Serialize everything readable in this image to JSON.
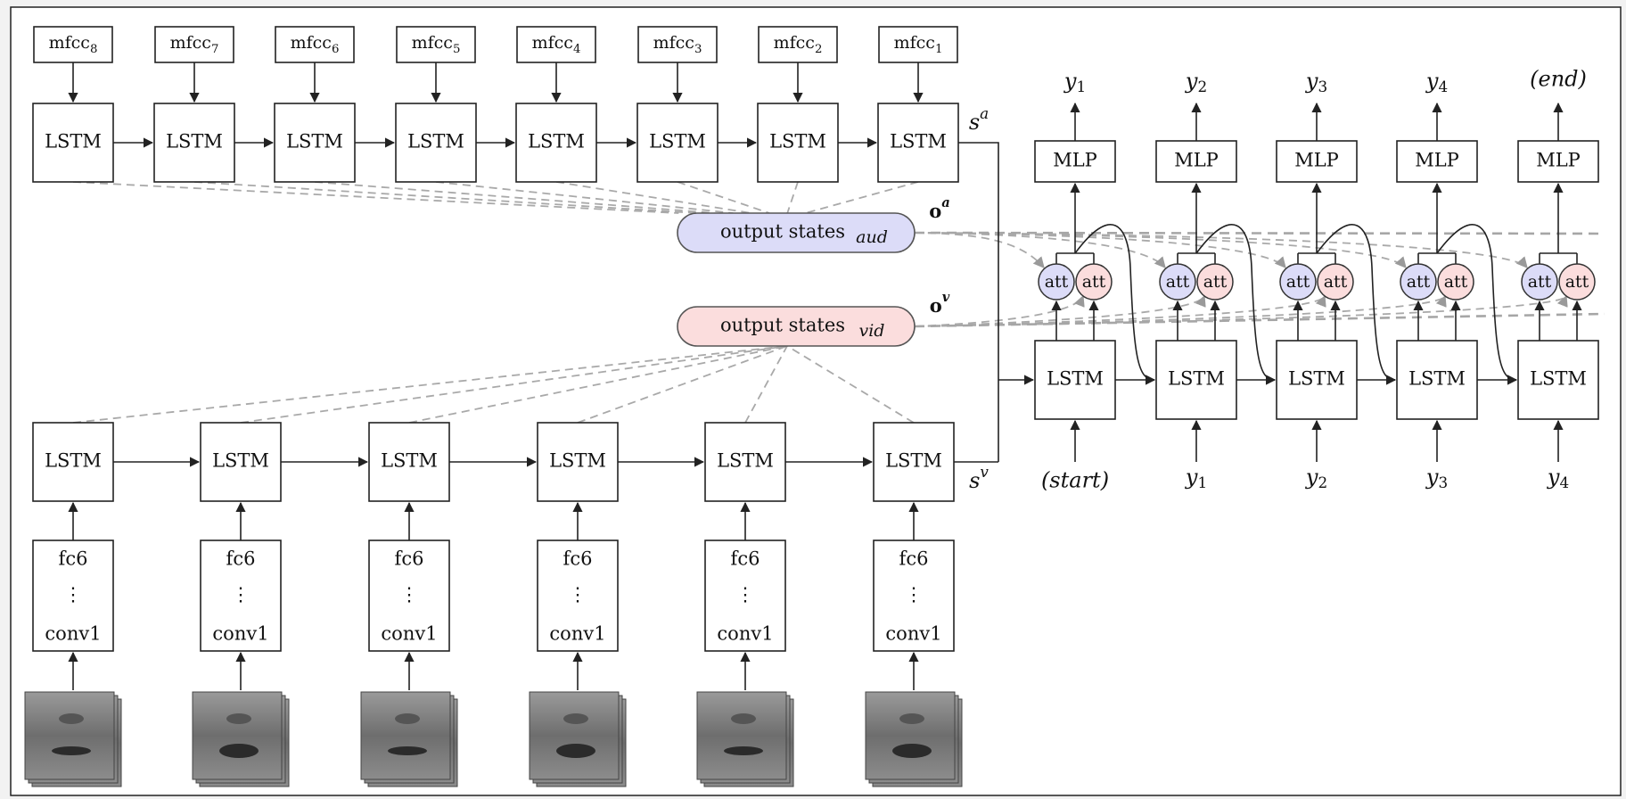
{
  "audio": {
    "inputs": [
      {
        "base": "mfcc",
        "sub": "8"
      },
      {
        "base": "mfcc",
        "sub": "7"
      },
      {
        "base": "mfcc",
        "sub": "6"
      },
      {
        "base": "mfcc",
        "sub": "5"
      },
      {
        "base": "mfcc",
        "sub": "4"
      },
      {
        "base": "mfcc",
        "sub": "3"
      },
      {
        "base": "mfcc",
        "sub": "2"
      },
      {
        "base": "mfcc",
        "sub": "1"
      }
    ],
    "lstm_label": "LSTM",
    "state_base": "s",
    "state_sup": "a"
  },
  "video": {
    "lstm_label": "LSTM",
    "cnn_top": "fc6",
    "cnn_dots": "⋮",
    "cnn_bottom": "conv1",
    "frame_count": 6,
    "state_base": "s",
    "state_sup": "v"
  },
  "output_states": {
    "aud": {
      "text": "output states",
      "sub": "aud",
      "vec_base": "o",
      "vec_sup": "a"
    },
    "vid": {
      "text": "output states",
      "sub": "vid",
      "vec_base": "o",
      "vec_sup": "v"
    }
  },
  "decoder": {
    "lstm_label": "LSTM",
    "mlp_label": "MLP",
    "att_label": "att",
    "outputs": [
      {
        "base": "y",
        "sub": "1"
      },
      {
        "base": "y",
        "sub": "2"
      },
      {
        "base": "y",
        "sub": "3"
      },
      {
        "base": "y",
        "sub": "4"
      },
      {
        "base": "(end)",
        "sub": ""
      }
    ],
    "inputs": [
      {
        "base": "(start)",
        "sub": ""
      },
      {
        "base": "y",
        "sub": "1"
      },
      {
        "base": "y",
        "sub": "2"
      },
      {
        "base": "y",
        "sub": "3"
      },
      {
        "base": "y",
        "sub": "4"
      }
    ]
  }
}
